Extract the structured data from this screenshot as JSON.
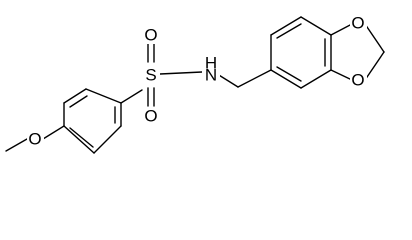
{
  "structure": {
    "atoms": {
      "sulfur": "S",
      "sulfonyl_oxygen_top": "O",
      "sulfonyl_oxygen_bottom": "O",
      "amide_nitrogen": "N",
      "amide_hydrogen": "H",
      "methoxy_oxygen": "O",
      "dioxole_oxygen_top": "O",
      "dioxole_oxygen_bottom": "O"
    },
    "colors": {
      "bond": "#000000",
      "label": "#000000",
      "background": "#ffffff"
    }
  }
}
